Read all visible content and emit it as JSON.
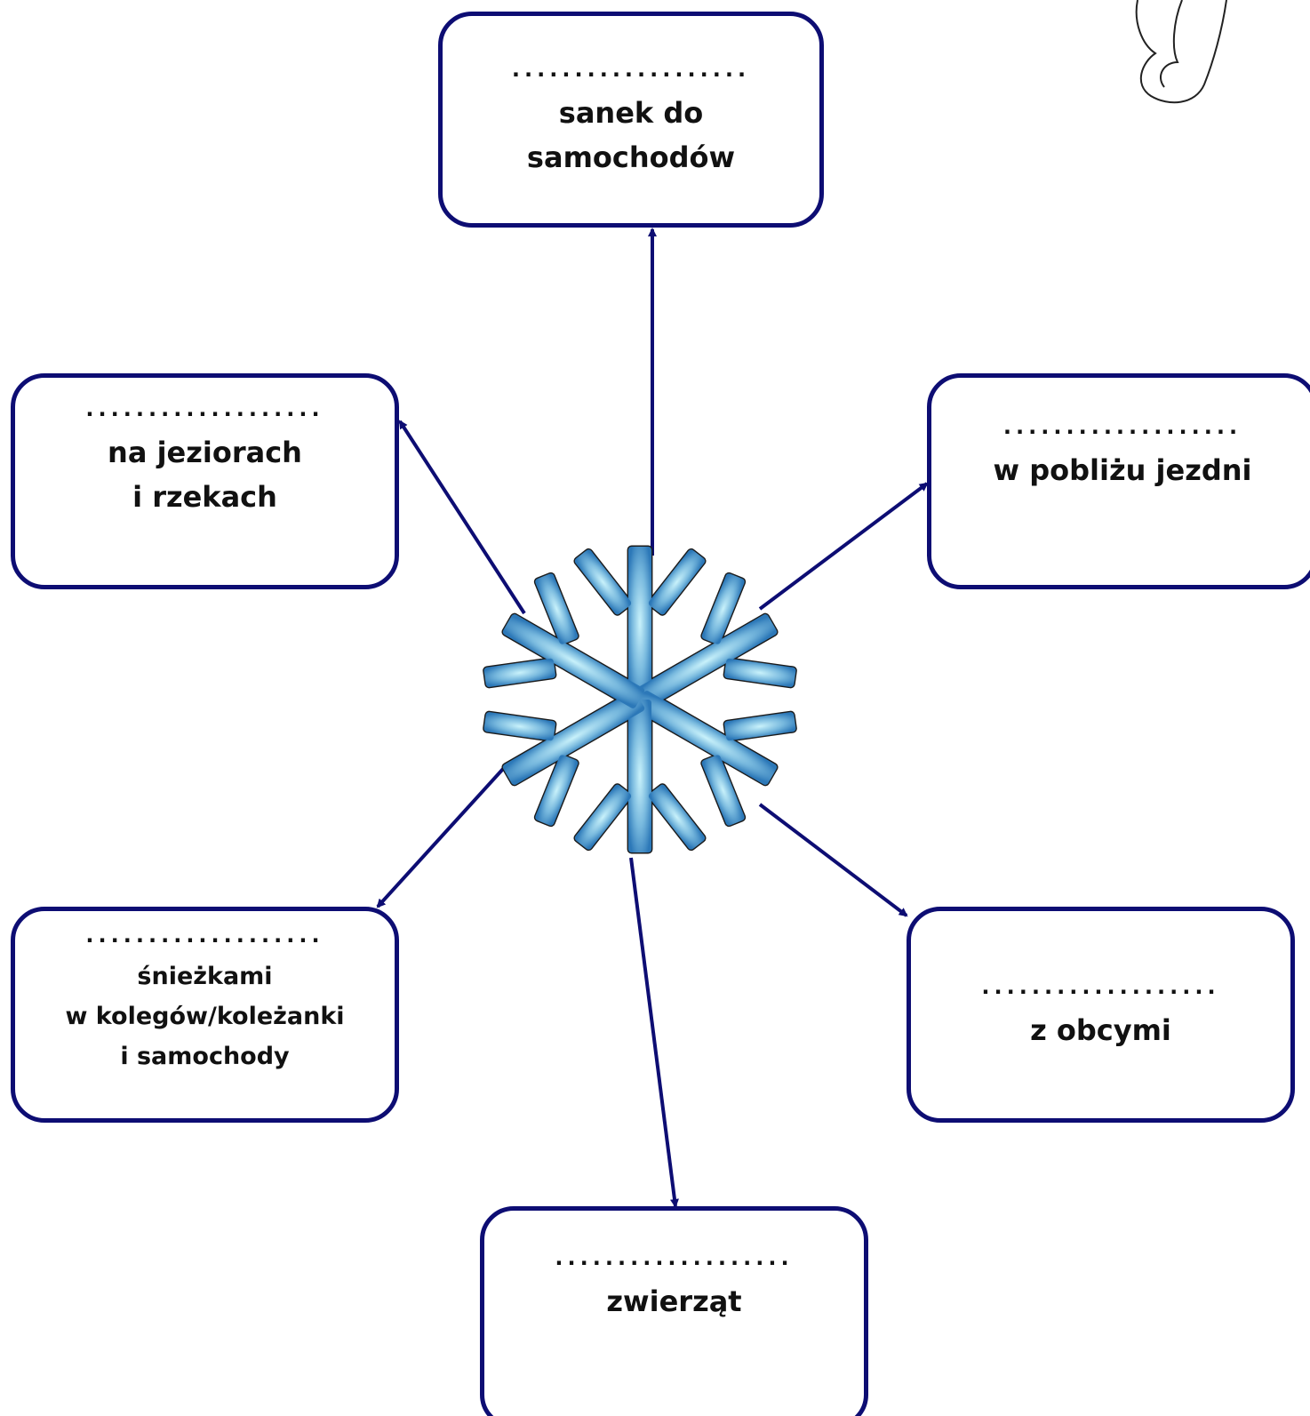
{
  "colors": {
    "arrow": "#0d0d73",
    "box_border": "#0d0d73",
    "snowflake_light": "#c9ecf5",
    "snowflake_dark": "#2c78b8"
  },
  "icons": [
    "snowflake-icon",
    "mitten-icon"
  ],
  "boxes": {
    "top": {
      "dots": "...................",
      "lines": [
        "sanek do",
        "samochodów"
      ]
    },
    "upper_left": {
      "dots": "...................",
      "lines": [
        "na jeziorach",
        "i rzekach"
      ]
    },
    "upper_right": {
      "dots": "...................",
      "lines": [
        "w pobliżu jezdni"
      ]
    },
    "lower_left": {
      "dots": "...................",
      "lines": [
        "śnieżkami",
        "w kolegów/koleżanki",
        "i samochody"
      ]
    },
    "lower_right": {
      "dots": "...................",
      "lines": [
        "z obcymi"
      ]
    },
    "bottom": {
      "dots": "...................",
      "lines": [
        "zwierząt"
      ]
    }
  }
}
